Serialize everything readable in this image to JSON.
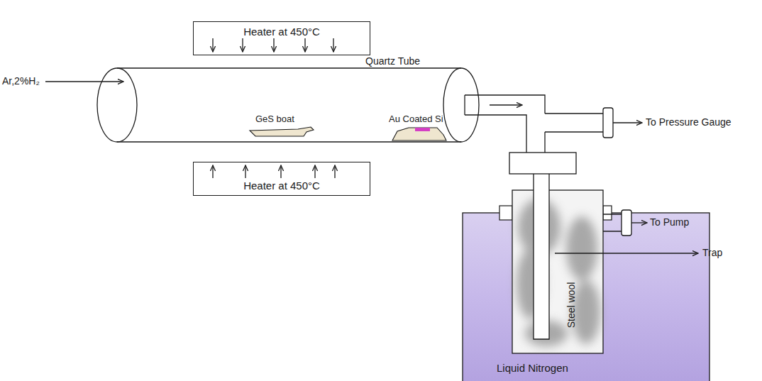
{
  "diagram": {
    "nodes": [
      {
        "text": [
          "Heater at 450°C"
        ]
      },
      {
        "text": [
          "Quartz Tube"
        ]
      },
      {
        "text": [
          "Heater at 450°C"
        ]
      },
      {
        "text": [
          "Liquid Nitrogen"
        ]
      }
    ],
    "labels": [
      "Ar,2%H₂",
      "GeS boat",
      "Au Coated Si",
      "To Pressure Gauge",
      "To Pump",
      "Trap",
      "Steel wool"
    ]
  }
}
